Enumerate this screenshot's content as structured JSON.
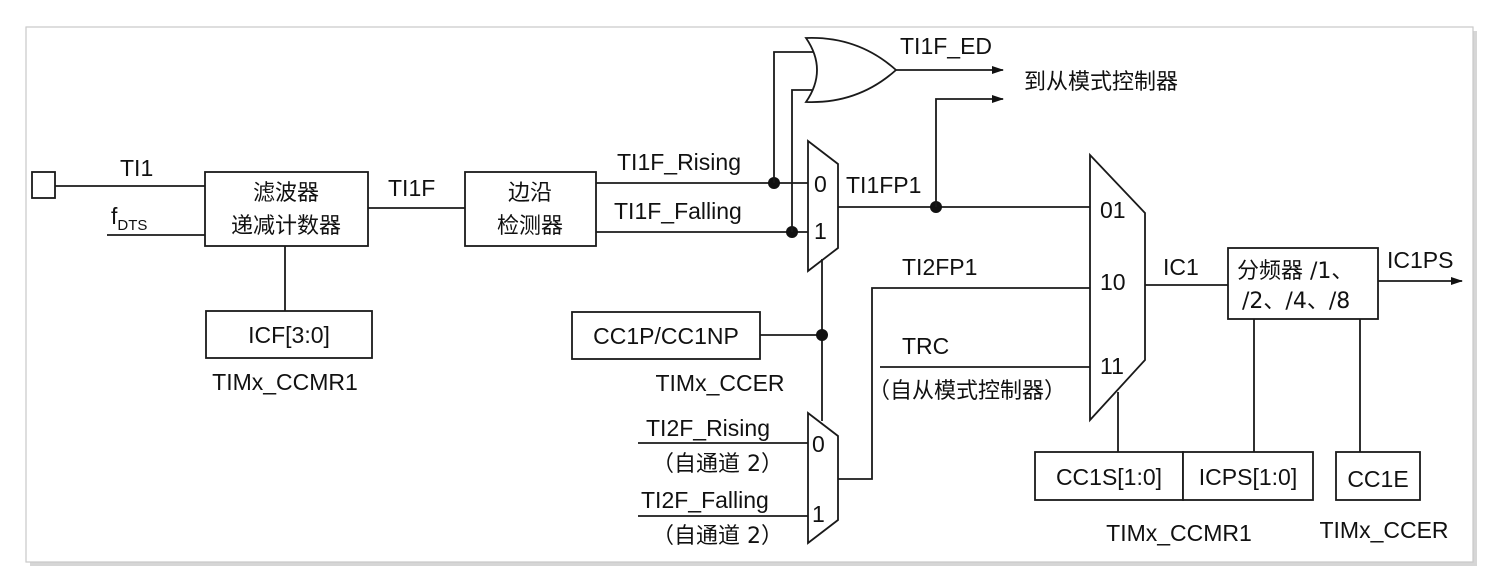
{
  "diagram": {
    "inputs": {
      "ti1": "TI1",
      "fdts_main": "f",
      "fdts_sub": "DTS"
    },
    "filter_block": {
      "line1": "滤波器",
      "line2": "递减计数器"
    },
    "icf_register": "ICF[3:0]",
    "ccmr1_label_left": "TIMx_CCMR1",
    "ti1f_label": "TI1F",
    "edge_block": {
      "line1": "边沿",
      "line2": "检测器"
    },
    "ti1f_rising": "TI1F_Rising",
    "ti1f_falling": "TI1F_Falling",
    "ti1f_ed": "TI1F_ED",
    "to_slave": "到从模式控制器",
    "mux1": {
      "in0": "0",
      "in1": "1"
    },
    "ti1fp1": "TI1FP1",
    "polarity_register": "CC1P/CC1NP",
    "ccer_label_mid": "TIMx_CCER",
    "ti2fp1": "TI2FP1",
    "trc": "TRC",
    "trc_note": "（自从模式控制器）",
    "mux2": {
      "in0": "0",
      "in1": "1"
    },
    "ti2f_rising": "TI2F_Rising",
    "ti2f_rising_note": "（自通道 2）",
    "ti2f_falling": "TI2F_Falling",
    "ti2f_falling_note": "（自通道 2）",
    "main_mux": {
      "in01": "01",
      "in10": "10",
      "in11": "11"
    },
    "ic1": "IC1",
    "prescaler": {
      "line1": "分频器 /1、",
      "line2": "/2、/4、/8"
    },
    "ic1ps": "IC1PS",
    "cc1s_register": "CC1S[1:0]",
    "icps_register": "ICPS[1:0]",
    "ccmr1_label_right": "TIMx_CCMR1",
    "cc1e_register": "CC1E",
    "ccer_label_right": "TIMx_CCER"
  }
}
